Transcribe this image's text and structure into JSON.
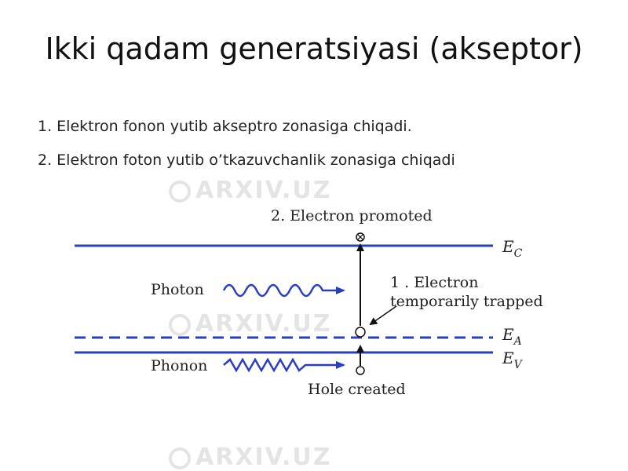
{
  "slide": {
    "title": "Ikki qadam generatsiyasi (akseptor)",
    "bullets": [
      "1. Elektron fonon yutib akseptro zonasiga chiqadi.",
      "2. Elektron foton yutib o’tkazuvchanlik zonasiga chiqadi"
    ],
    "watermark": "ARXIV.UZ"
  },
  "diagram": {
    "labels": {
      "electron_promoted": "2. Electron promoted",
      "photon": "Photon",
      "phonon": "Phonon",
      "trapped_line1": "1 . Electron",
      "trapped_line2": "temporarily trapped",
      "hole_created": "Hole created"
    },
    "levels": {
      "conduction": {
        "symbol": "E",
        "subscript": "C"
      },
      "acceptor": {
        "symbol": "E",
        "subscript": "A"
      },
      "valence": {
        "symbol": "E",
        "subscript": "V"
      }
    },
    "colors": {
      "band_line": "#2a3fbf",
      "arrow": "#111111",
      "label": "#222222"
    }
  }
}
